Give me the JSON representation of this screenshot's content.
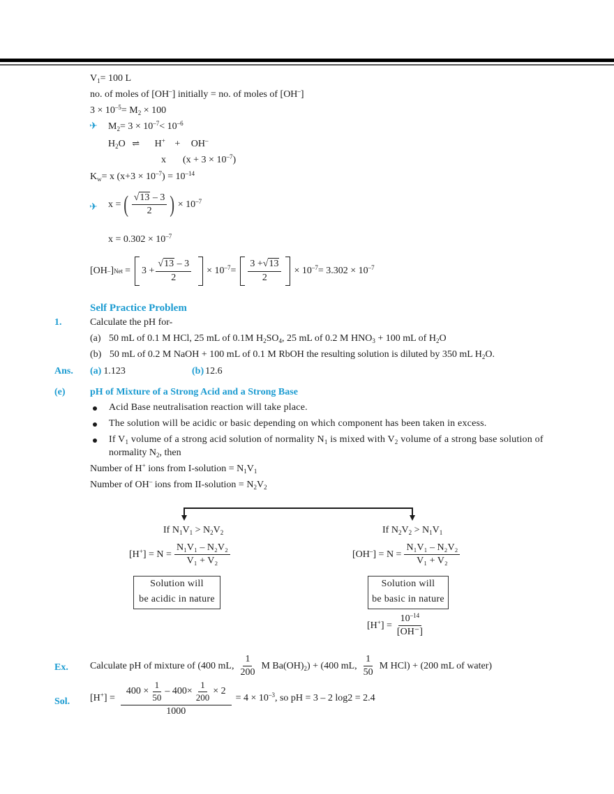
{
  "header": {
    "rule": "double-rule"
  },
  "intro": {
    "v1": "V",
    "v1_sub": "1",
    "v1_rest": "= 100 L",
    "moles_line": "no. of moles of [OH",
    "moles_sup": "–",
    "moles_mid": "] initially = no. of moles of [OH",
    "moles_end": "]",
    "eq3_a": "3 × 10",
    "eq3_sup": "–5",
    "eq3_b": "= M",
    "eq3_sub": "2",
    "eq3_c": " × 100",
    "m2_a": "M",
    "m2_sub": "2",
    "m2_b": "= 3 × 10",
    "m2_sup1": "–7",
    "m2_c": "< 10",
    "m2_sup2": "–6",
    "h2o_a": "H",
    "h2o_sub": "2",
    "h2o_b": "O",
    "equilibrium_glyph": "⇌",
    "hplus": "H",
    "hplus_sup": "+",
    "plus": "+",
    "oh": "OH",
    "oh_sup": "–",
    "x": "x",
    "x_expr_a": "(x + 3 × 10",
    "x_expr_sup": "–7",
    "x_expr_b": ")",
    "kw_a": "K",
    "kw_sub": "w",
    "kw_b": "= x (x+3 × 10",
    "kw_sup1": "–7",
    "kw_c": ") = 10",
    "kw_sup2": "–14",
    "xsol_a": "x =",
    "xsol_num_root": "13",
    "xsol_num_rest": " – 3",
    "xsol_den": "2",
    "xsol_b": "× 10",
    "xsol_sup": "–7",
    "xval_a": "x = 0.302 × 10",
    "xval_sup": "–7",
    "ohnet_a": "[OH",
    "ohnet_sup": "–",
    "ohnet_b": "]",
    "ohnet_sub": "Net",
    "ohnet_eq": "=",
    "ohnet_three": "3 +",
    "ohnet_f1_root": "13",
    "ohnet_f1_rest": " – 3",
    "ohnet_f1_den": "2",
    "ohnet_times1": "× 10",
    "ohnet_sup1": "–7",
    "ohnet_eq2": "=",
    "ohnet_f2_pre": "3 +",
    "ohnet_f2_root": "13",
    "ohnet_f2_den": "2",
    "ohnet_times2": "× 10",
    "ohnet_sup2": "–7",
    "ohnet_result": "= 3.302 × 10",
    "ohnet_sup3": "–7",
    "implies_glyph": "✈"
  },
  "practice": {
    "heading": "Self Practice Problem",
    "q_number": "1.",
    "question": "Calculate the pH for-",
    "a_label": "(a)",
    "a_text1": "50 mL of 0.1 M HCl, 25 mL of 0.1M  H",
    "a_sub1": "2",
    "a_text2": "SO",
    "a_sub2": "4",
    "a_text3": ", 25 mL of 0.2 M HNO",
    "a_sub3": "3",
    "a_text4": " + 100 mL of H",
    "a_sub4": "2",
    "a_text5": "O",
    "b_label": "(b)",
    "b_text1": "50 mL of 0.2 M NaOH + 100 mL of 0.1 M RbOH the resulting solution is diluted by 350 mL H",
    "b_sub1": "2",
    "b_text2": "O.",
    "ans_label": "Ans.",
    "ans_a_label": "(a)",
    "ans_a_value": "1.123",
    "ans_b_label": "(b)",
    "ans_b_value": "12.6"
  },
  "section_e": {
    "label": "(e)",
    "heading": "pH of Mixture of a Strong Acid and a Strong Base",
    "bullets": [
      "Acid Base neutralisation reaction will take place.",
      "The solution will be acidic or basic depending on which component has been taken in excess."
    ],
    "bullet3_a": "If V",
    "bullet3_sub1": "1",
    "bullet3_b": " volume of a strong acid solution of normality N",
    "bullet3_sub2": "1",
    "bullet3_c": " is mixed with V",
    "bullet3_sub3": "2",
    "bullet3_d": " volume of a strong base solution of",
    "bullet3_line2_a": "normality N",
    "bullet3_line2_sub": "2",
    "bullet3_line2_b": ", then",
    "hions_a": "Number of H",
    "hions_sup": "+",
    "hions_b": " ions from I-solution = N",
    "hions_sub1": "1",
    "hions_c": "V",
    "hions_sub2": "1",
    "ohions_a": "Number of OH",
    "ohions_sup": "–",
    "ohions_b": " ions from II-solution = N",
    "ohions_sub1": "2",
    "ohions_c": "V",
    "ohions_sub2": "2"
  },
  "flowchart": {
    "left": {
      "cond_a": "If N",
      "cond_s1": "1",
      "cond_b": "V",
      "cond_s2": "1",
      "cond_c": " > N",
      "cond_s3": "2",
      "cond_d": "V",
      "cond_s4": "2",
      "formula_a": "[H",
      "formula_sup": "+",
      "formula_b": "] = N =",
      "num": "N₁V₁ – N₂V₂",
      "den": "V₁ + V₂",
      "box_line1": "Solution will",
      "box_line2": "be acidic in nature"
    },
    "right": {
      "cond_a": "If N",
      "cond_s1": "2",
      "cond_b": "V",
      "cond_s2": "2",
      "cond_c": " > N",
      "cond_s3": "1",
      "cond_d": "V",
      "cond_s4": "1",
      "formula_a": "[OH",
      "formula_sup": "–",
      "formula_b": "] = N =",
      "num": "N₁V₁ – N₂V₂",
      "den": "V₁ + V₂",
      "box_line1": "Solution will",
      "box_line2": "be basic in nature",
      "h_a": "[H",
      "h_sup": "+",
      "h_b": "] =",
      "h_num": "10",
      "h_num_sup": "–14",
      "h_den": "[OH⁻]"
    }
  },
  "example": {
    "ex_label": "Ex.",
    "q_a": "Calculate pH of mixture of (400 mL,",
    "q_f1_num": "1",
    "q_f1_den": "200",
    "q_b": "M Ba(OH)",
    "q_sub": "2",
    "q_c": ") + (400 mL,",
    "q_f2_num": "1",
    "q_f2_den": "50",
    "q_d": "M HCl) + (200 mL of water)",
    "sol_label": "Sol.",
    "s_a": "[H",
    "s_sup": "+",
    "s_b": "] =",
    "s_num_a": "400 ×",
    "s_num_f1n": "1",
    "s_num_f1d": "50",
    "s_num_b": "– 400×",
    "s_num_f2n": "1",
    "s_num_f2d": "200",
    "s_num_c": "× 2",
    "s_den": "1000",
    "s_c": "= 4 × 10",
    "s_sup2": "–3",
    "s_d": ",  so   pH = 3 – 2 log2 = 2.4"
  }
}
